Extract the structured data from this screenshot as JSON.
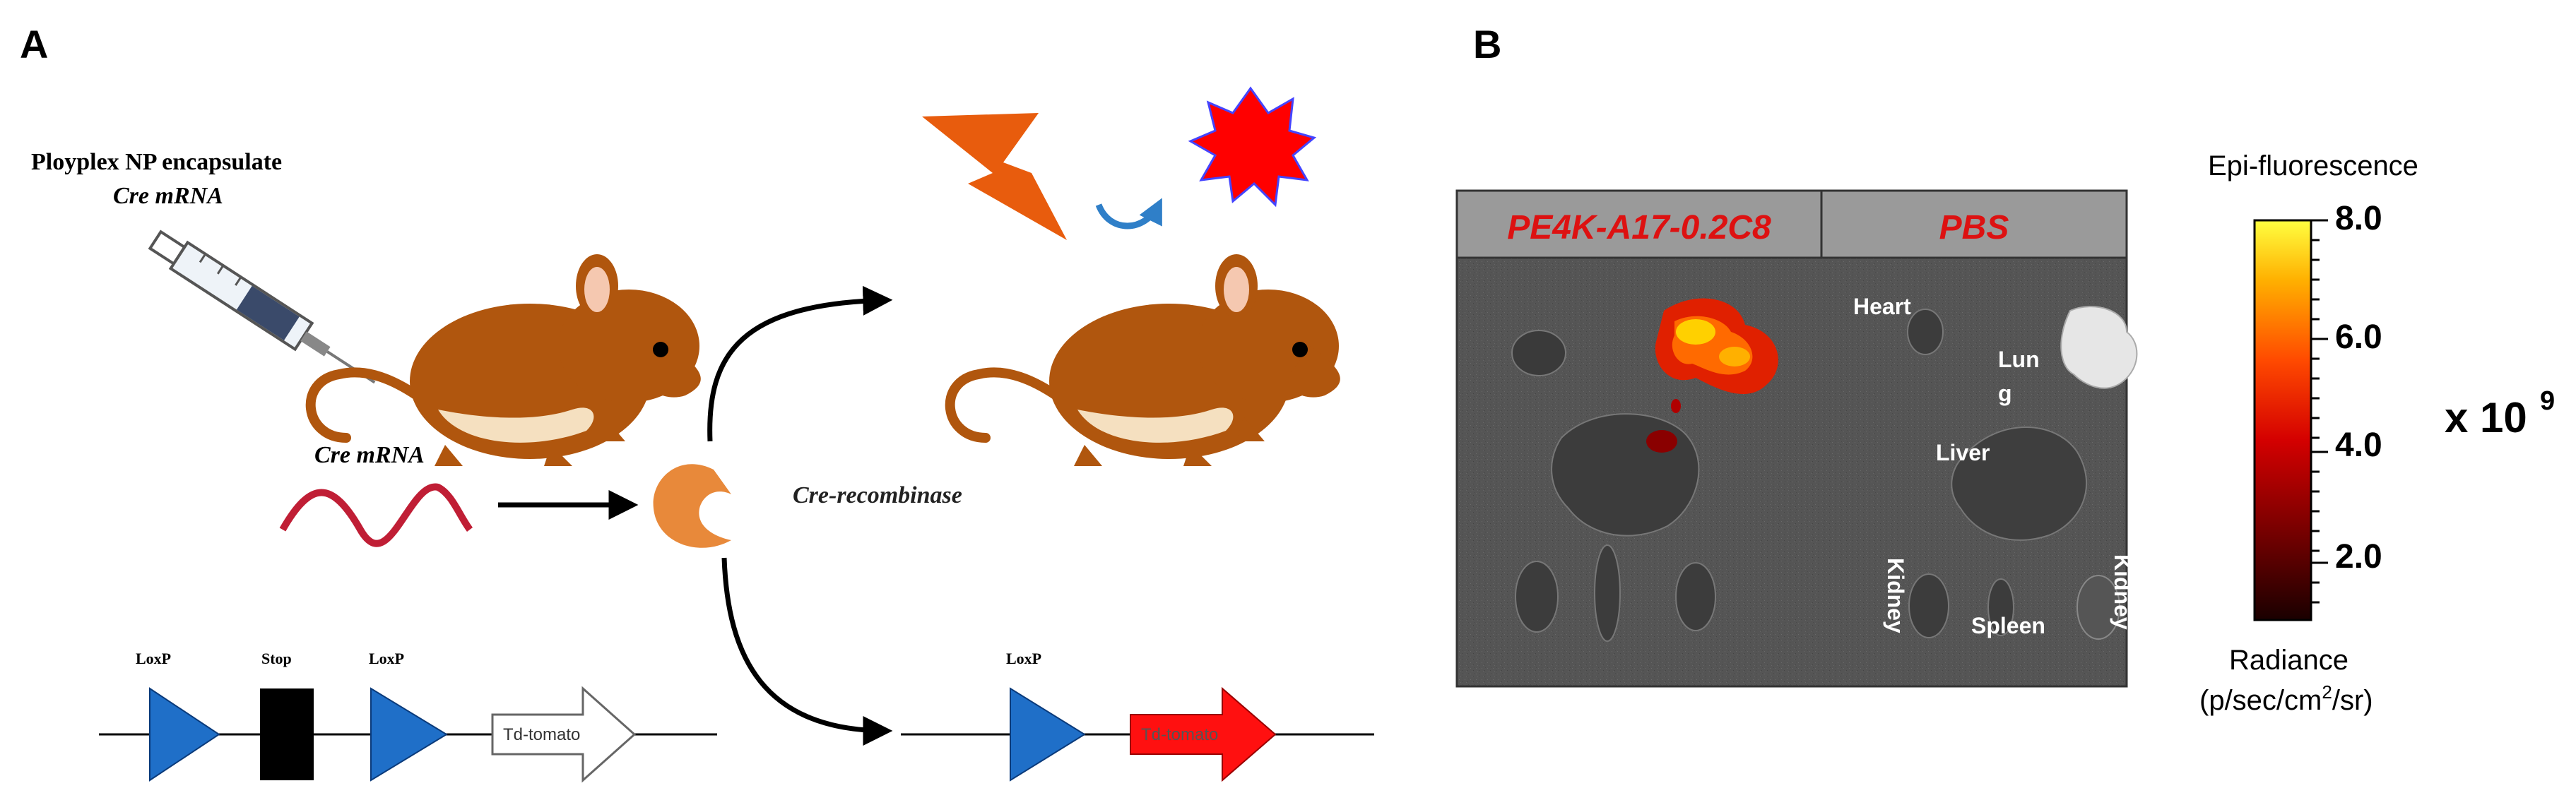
{
  "panel_a": {
    "label": "A",
    "injection_line1": "Ployplex NP encapsulate",
    "injection_line2": "Cre mRNA",
    "mrna_label": "Cre mRNA",
    "enzyme_label": "Cre-recombinase",
    "construct_before": {
      "loxp1": "LoxP",
      "stop": "Stop",
      "loxp2": "LoxP",
      "reporter": "Td-tomato"
    },
    "construct_after": {
      "loxp": "LoxP",
      "reporter": "Td-tomato"
    }
  },
  "panel_b": {
    "label": "B",
    "header_left": "PE4K-A17-0.2C8",
    "header_right": "PBS",
    "organs": {
      "heart": "Heart",
      "lung_line1": "Lun",
      "lung_line2": "g",
      "liver": "Liver",
      "kidney_left": "Kidney",
      "spleen": "Spleen",
      "kidney_right": "Kidney"
    },
    "colorbar": {
      "title": "Epi-fluorescence",
      "ticks": [
        "8.0",
        "6.0",
        "4.0",
        "2.0"
      ],
      "multiplier_base": "x 10",
      "multiplier_exp": "9",
      "unit_title": "Radiance",
      "unit_text": "(p/sec/cm",
      "unit_exp": "2",
      "unit_tail": "/sr)"
    }
  },
  "colors": {
    "header_text": "#dd1111",
    "loxp": "#1f6fc8",
    "reporter_active": "#ff1010",
    "enzyme": "#e8893a",
    "mrna": "#c01e35",
    "lightning": "#e85c0d",
    "burst": "#ff0000",
    "mouse": "#b0560e"
  }
}
